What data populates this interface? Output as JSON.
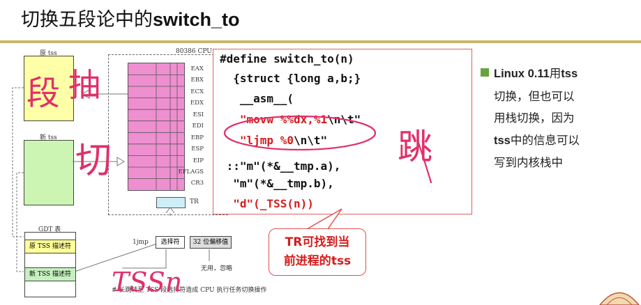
{
  "title": {
    "prefix": "切换五段论中的",
    "bold": "switch_to"
  },
  "colors": {
    "rule": "#c9b56a",
    "handwriting": "#e0306a",
    "code_red": "#d31c1c",
    "bullet_green": "#6aa33b",
    "tss_old": "#ffffa8",
    "tss_new": "#ccf5b4",
    "registers": "#ee8fd0",
    "tr": "#cdeef7",
    "gdt_old": "#ffff99",
    "gdt_new": "#c7f0c0"
  },
  "diagram": {
    "old_tss_label": "原 tss",
    "new_tss_label": "新 tss",
    "cpu_label": "80386 CPU",
    "registers": [
      "EAX",
      "EBX",
      "ECX",
      "EDX",
      "ESI",
      "EDI",
      "EBP",
      "ESP",
      "EIP",
      "EFLAGS",
      "CR3"
    ],
    "tr_label": "TR",
    "gdt_label": "GDT 表",
    "gdt_old_entry": "原 TSS 描述符",
    "gdt_new_entry": "新 TSS 描述符",
    "ljmp_label": "1jmp",
    "selector_label": "选择符",
    "offset_label": "32 位偏移值",
    "ignore_label": "无用，忽略",
    "caption": "# 长跳转至 TSS 段选择符造成 CPU 执行任务切换操作"
  },
  "code": {
    "line1": "#define switch_to(n)",
    "line2": "  {struct {long a,b;}",
    "line3": "   __asm__(",
    "line4_red": "   \"movw %%dx,%1",
    "line4_rest": "\\n\\t\"",
    "line5_red": "   \"ljmp %0",
    "line5_rest": "\\n\\t\"",
    "line6": " ::\"m\"(*&__tmp.a),",
    "line7": "  \"m\"(*&__tmp.b),",
    "line8_red": "  \"d\"(_TSS(n))"
  },
  "callout": {
    "line1_bold": "TR",
    "line1_rest": "可找到当",
    "line2_pre": "前进程的",
    "line2_bold": "tss"
  },
  "bullet": {
    "line1_bold": "Linux 0.11",
    "line1_mid": "用",
    "line1_bold2": "tss",
    "line2": "切换，但也可以",
    "line3": "用栈切换，因为",
    "line4_bold": "tss",
    "line4_rest": "中的信息可以",
    "line5": "写到内核栈中"
  },
  "handwriting": {
    "seg": "段",
    "chou": "抽",
    "qie": "切",
    "tiao": "跳",
    "tss": "TSSn"
  }
}
